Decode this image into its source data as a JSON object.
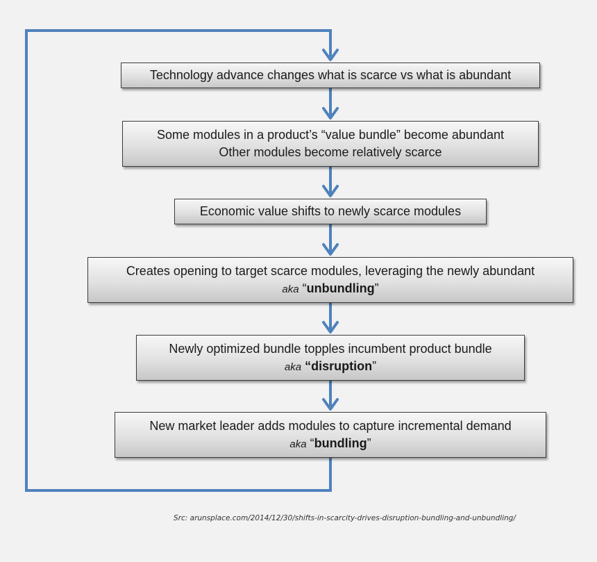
{
  "flow": {
    "steps": [
      {
        "lines": [
          "Technology advance changes what is scarce vs what is abundant"
        ]
      },
      {
        "lines": [
          "Some modules in a product’s “value bundle” become abundant",
          "Other modules become relatively scarce"
        ]
      },
      {
        "lines": [
          "Economic value shifts to newly scarce modules"
        ]
      },
      {
        "lines": [
          "Creates opening to target scarce modules, leveraging the newly abundant"
        ],
        "aka": {
          "prefix": "aka",
          "open_quote": "“",
          "term": "unbundling",
          "close_quote": "”"
        }
      },
      {
        "lines": [
          "Newly optimized bundle topples incumbent product bundle"
        ],
        "aka": {
          "prefix": "aka",
          "open_quote": "“",
          "term": "disruption",
          "close_quote": "”"
        }
      },
      {
        "lines": [
          "New market leader adds modules to capture incremental demand"
        ],
        "aka": {
          "prefix": "aka",
          "open_quote": "“",
          "term": "bundling",
          "close_quote": "”"
        }
      }
    ],
    "arrow_color": "#4f81bd"
  },
  "source": "Src: arunsplace.com/2014/12/30/shifts-in-scarcity-drives-disruption-bundling-and-unbundling/"
}
